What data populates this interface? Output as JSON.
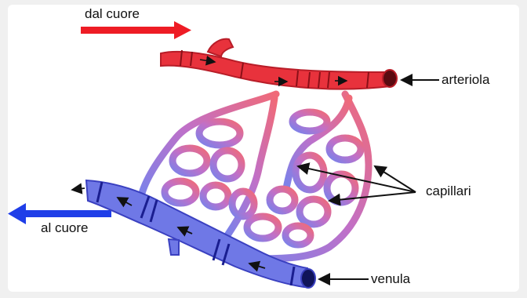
{
  "labels": {
    "from_heart": "dal cuore",
    "to_heart": "al cuore",
    "arteriole": "arteriola",
    "capillaries": "capillari",
    "venule": "venula"
  },
  "colors": {
    "arterial": "#e8323c",
    "arterial_light": "#f06a78",
    "venous": "#6f78e6",
    "venous_dark": "#2b2fb0",
    "capillary_mid": "#c070c8",
    "arrow_red": "#ee1c25",
    "arrow_blue": "#1f3ee8",
    "pointer": "#111111"
  }
}
